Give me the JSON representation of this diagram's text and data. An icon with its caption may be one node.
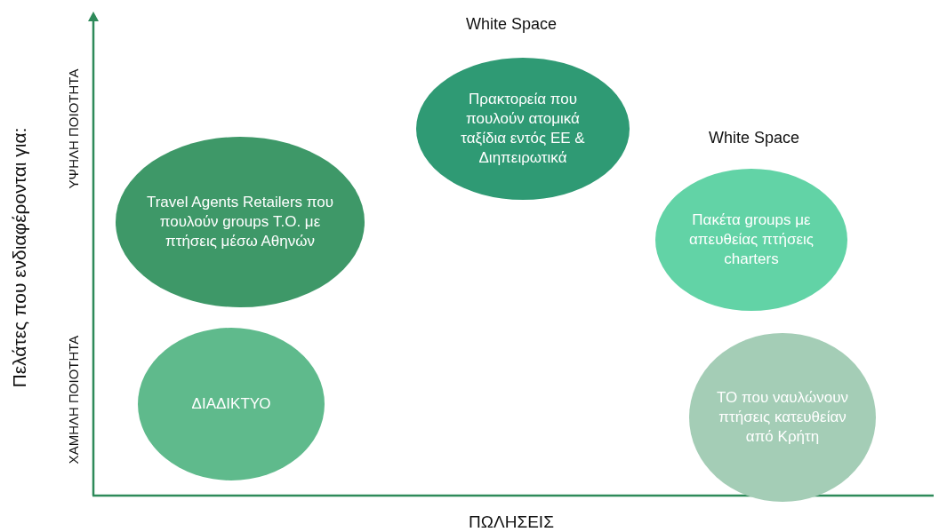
{
  "diagram": {
    "nodes": [
      {
        "text": [
          "Πρακτορεία που πουλούν ατομικά ταξίδια εντός ΕΕ & Διηπειρωτικά"
        ]
      },
      {
        "text": [
          "Travel Agents Retailers που πουλούν groups Τ.Ο. με πτήσεις μέσω Αθηνών"
        ]
      },
      {
        "text": [
          "Πακέτα groups με απευθείας πτήσεις charters"
        ]
      },
      {
        "text": [
          "ΔΙΑΔΙΚΤΥΟ"
        ]
      },
      {
        "text": [
          "ΤΟ που ναυλώνουν πτήσεις κατευθείαν από Κρήτη"
        ]
      }
    ],
    "edges": [],
    "labels": [
      "White Space",
      "White Space",
      "ΥΨΗΛΗ ΠΟΙΟΤΗΤΑ",
      "ΧΑΜΗΛΗ ΠΟΙΟΤΗΤΑ",
      "Πελάτες που ενδιαφέρονται για:",
      "ΠΩΛΗΣΕΙΣ"
    ]
  }
}
